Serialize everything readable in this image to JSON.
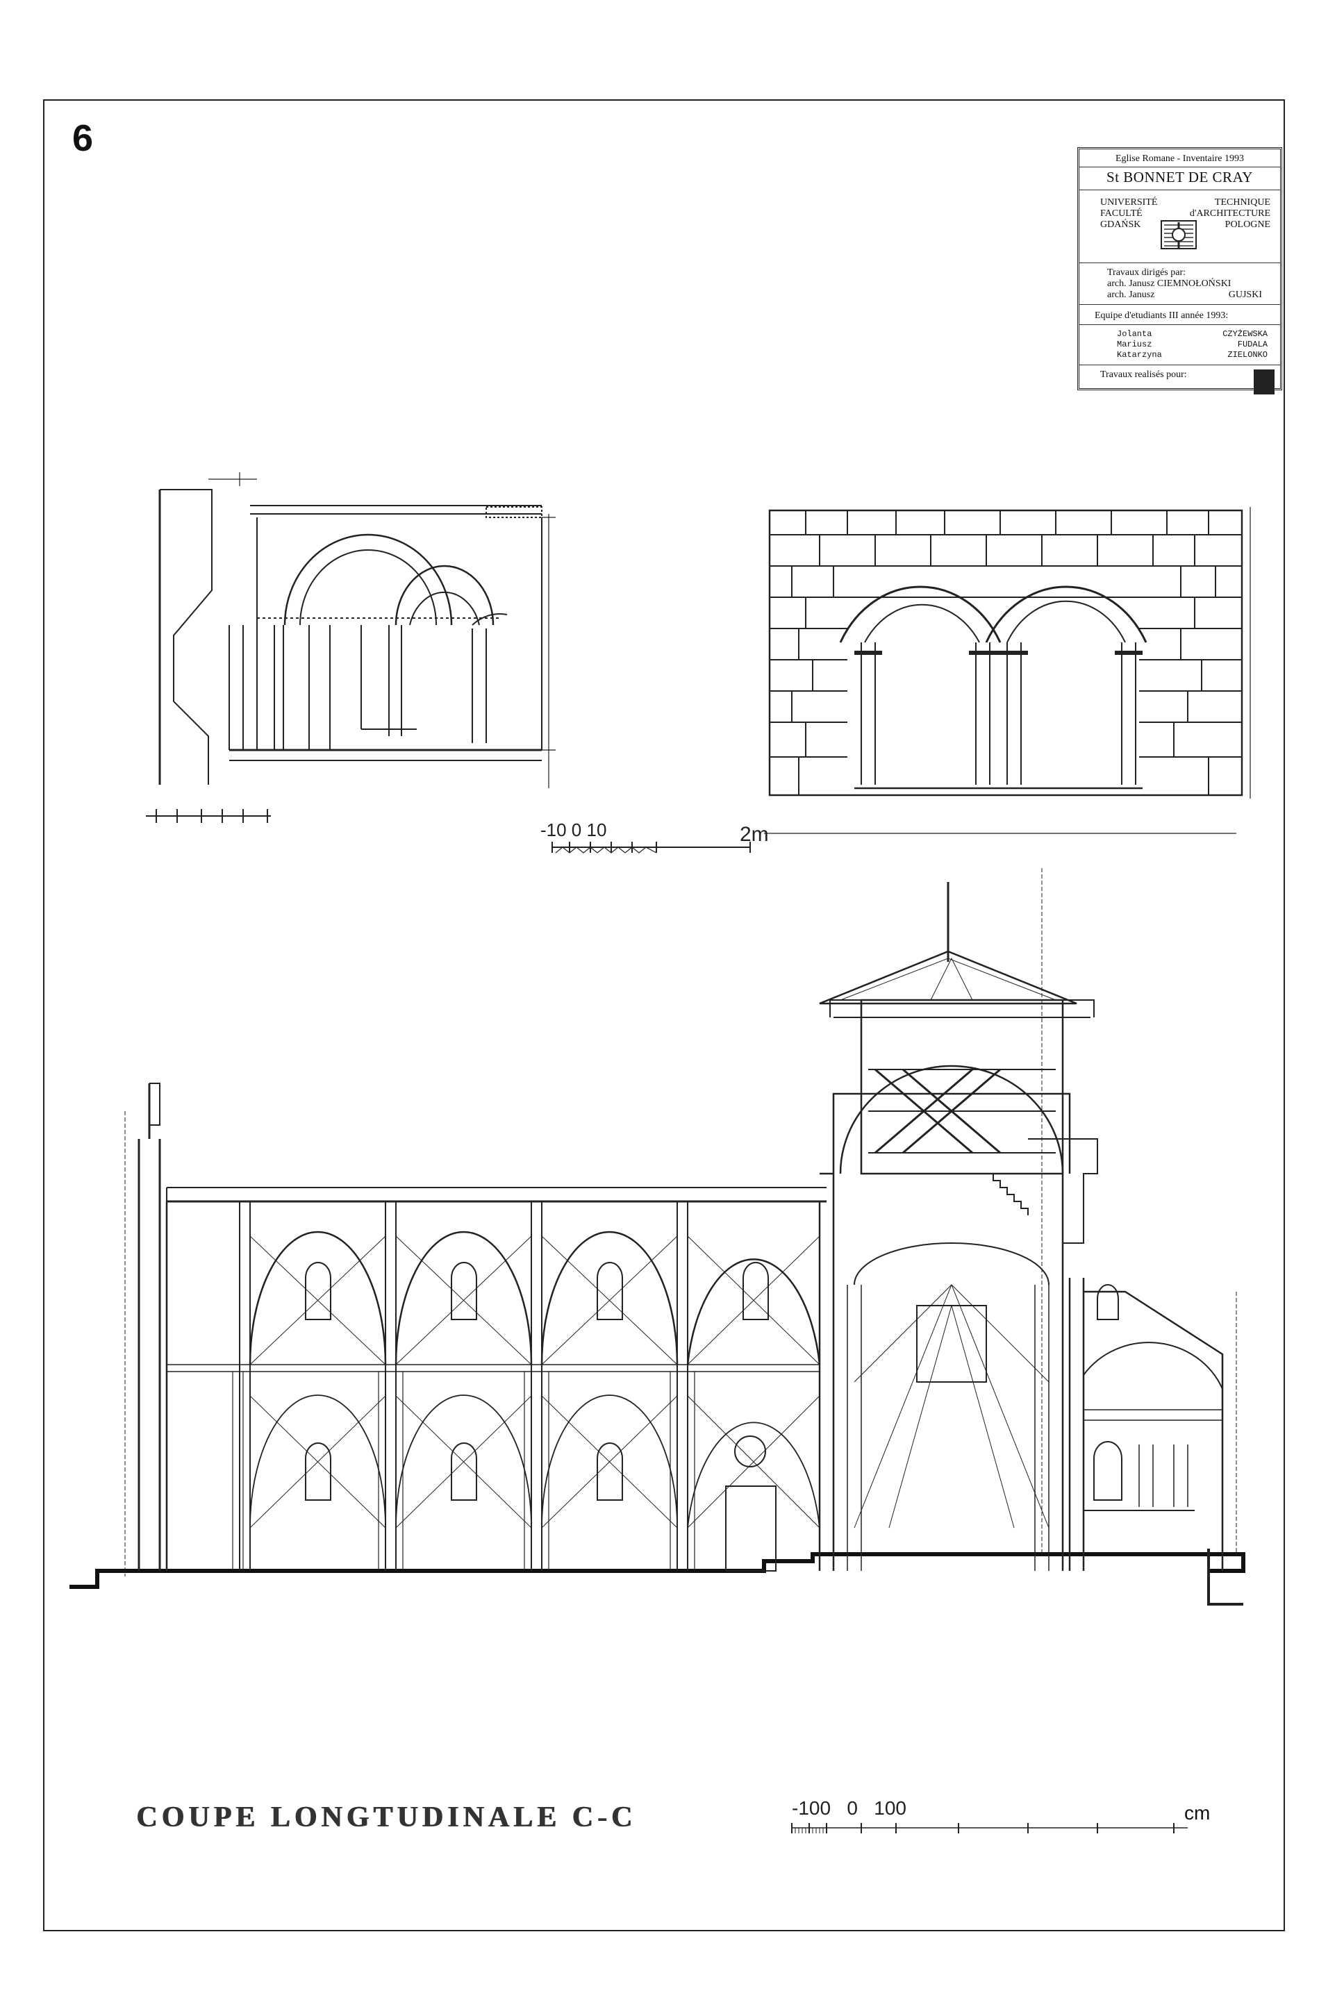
{
  "sheet_number": "6",
  "title_block": {
    "line1": "Eglise Romane  -  Inventaire 1993",
    "name": "St BONNET DE CRAY",
    "uni_left": [
      "UNIVERSITÉ",
      "FACULTÉ",
      "GDAŃSK"
    ],
    "uni_right": [
      "TECHNIQUE",
      "d'ARCHITECTURE",
      "POLOGNE"
    ],
    "directed_label": "Travaux dirigés par:",
    "director1_first": "arch. Janusz CIEMNOŁOŃSKI",
    "director2_first": "arch. Janusz",
    "director2_last": "GUJSKI",
    "team_label": "Equipe d'etudiants  III année 1993:",
    "members": [
      {
        "first": "Jolanta",
        "last": "CZYŻEWSKA"
      },
      {
        "first": "Mariusz",
        "last": "FUDALA"
      },
      {
        "first": "Katarzyna",
        "last": "ZIELONKO"
      }
    ],
    "for_label": "Travaux realisés pour:"
  },
  "scale_small": {
    "left": "-10 0 10",
    "right": "2m"
  },
  "scale_large": {
    "left": "-100   0   100",
    "unit": "cm"
  },
  "section_title": "COUPE LONGTUDINALE  C-C",
  "colors": {
    "ink": "#111111",
    "paper": "#ffffff"
  }
}
